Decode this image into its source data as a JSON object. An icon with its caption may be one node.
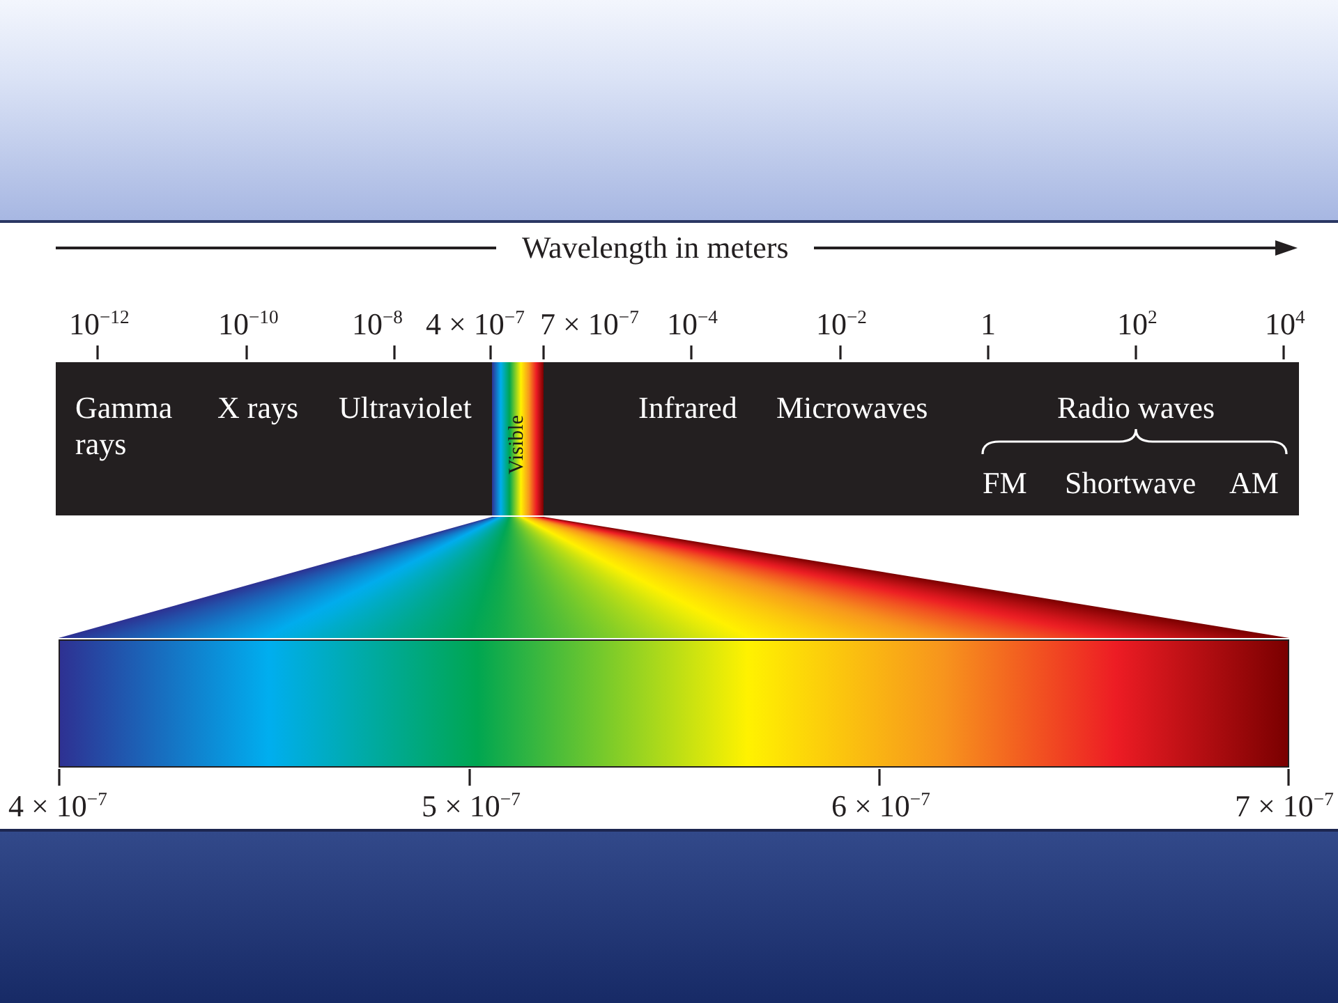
{
  "diagram": {
    "nodes": [
      {
        "text": [
          "Gamma rays",
          "X rays",
          "Ultraviolet",
          "Infrared",
          "Microwaves",
          "Radio waves",
          "FM",
          "Shortwave",
          "AM"
        ]
      },
      {
        "text": [
          "Visible"
        ],
        "in": 0
      }
    ],
    "labels": [
      "Wavelength in meters",
      "10$^{−12}$",
      "10$^{−10}$",
      "10$^{−8}$",
      "4 × 10$^{−7}$",
      "7 × 10$^{−7}$",
      "10$^{−4}$",
      "10$^{−2}$",
      "1",
      "10$^{2}$",
      "10$^{4}$",
      "4 × 10$^{−7}$",
      "5 × 10$^{−7}$",
      "6 × 10$^{−7}$",
      "7 × 10$^{−7}$"
    ]
  }
}
